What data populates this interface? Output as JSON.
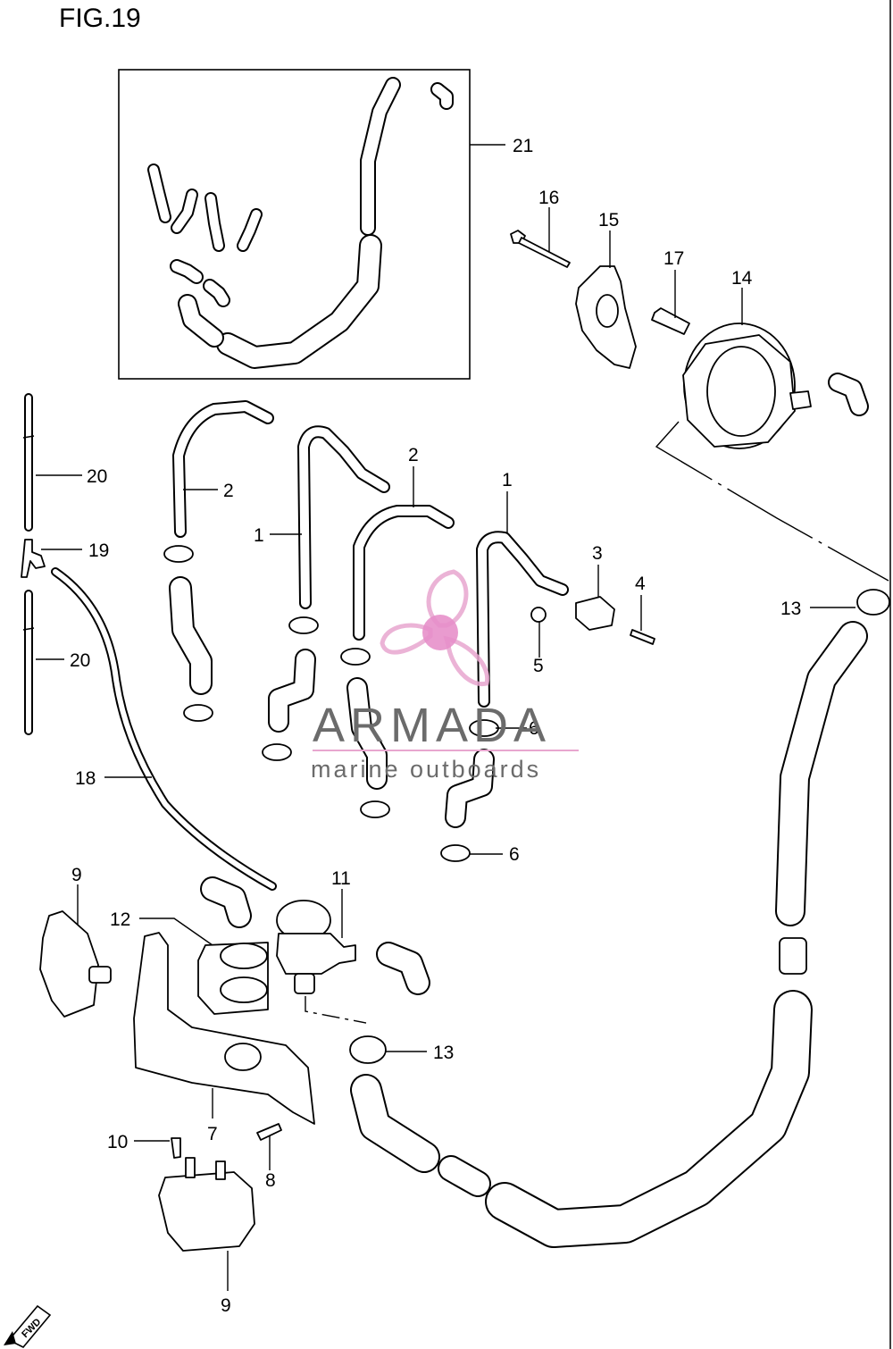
{
  "figure": {
    "title": "FIG.19"
  },
  "watermark": {
    "brand": "ARMADA",
    "tagline": "marine outboards",
    "colors": {
      "logo": "#e8a6cf",
      "logo_center": "#e27cc0",
      "text": "#6b6b6b"
    }
  },
  "fwd_badge": "FWD",
  "callouts": {
    "c21": "21",
    "c16": "16",
    "c15": "15",
    "c17": "17",
    "c14": "14",
    "c20a": "20",
    "c19": "19",
    "c20b": "20",
    "c2a": "2",
    "c1a": "1",
    "c2b": "2",
    "c1b": "1",
    "c3": "3",
    "c4": "4",
    "c5": "5",
    "c6a": "6",
    "c6b": "6",
    "c13a": "13",
    "c18": "18",
    "c9a": "9",
    "c11": "11",
    "c12": "12",
    "c13b": "13",
    "c7": "7",
    "c10": "10",
    "c8": "8",
    "c9b": "9"
  }
}
